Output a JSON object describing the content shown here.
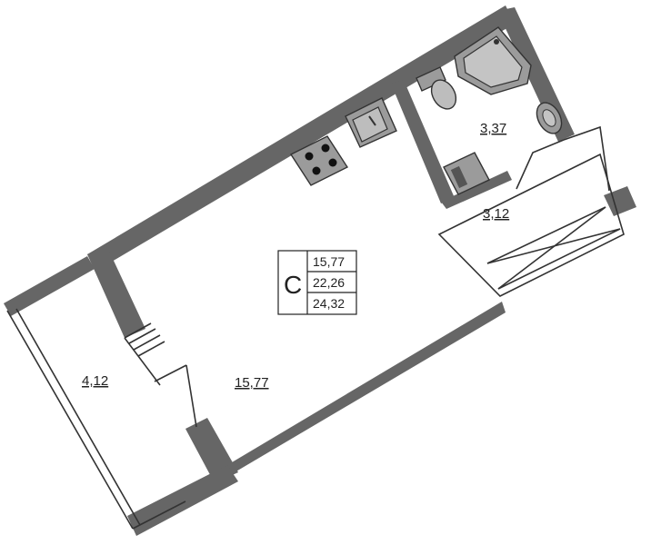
{
  "plan": {
    "rooms": [
      {
        "id": "balcony",
        "area": "4,12"
      },
      {
        "id": "main",
        "area": "15,77"
      },
      {
        "id": "bathroom",
        "area": "3,37"
      },
      {
        "id": "hall",
        "area": "3,12"
      }
    ],
    "legend": {
      "letter": "С",
      "living_area": "15,77",
      "area_without_balcony": "22,26",
      "total_area": "24,32"
    }
  },
  "colors": {
    "wall": "#666666",
    "fixture": "#9b9b9b",
    "line": "#333333"
  }
}
